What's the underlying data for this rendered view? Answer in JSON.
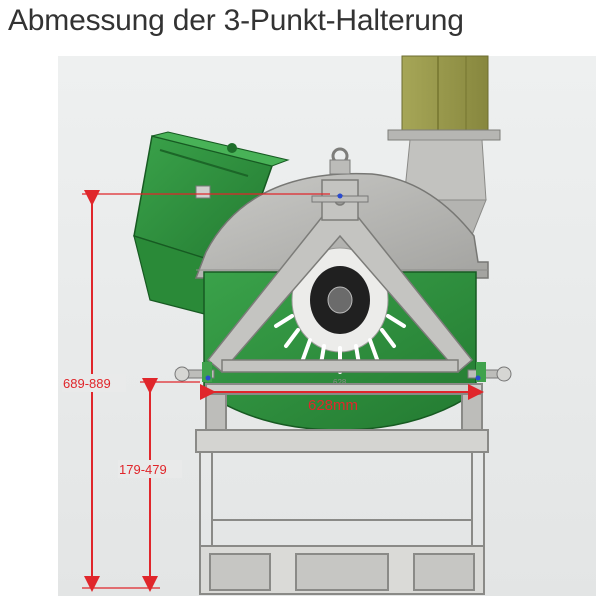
{
  "title": "Abmessung der 3-Punkt-Halterung",
  "dimensions": {
    "total_height": "689-889",
    "lower_height": "179-479",
    "width": "628mm",
    "width_small": "628"
  },
  "colors": {
    "housing": "#b9b9b6",
    "housing_dark": "#8f8f8c",
    "green": "#2e8b3c",
    "green_dark": "#1f6a2c",
    "chute": "#9a9a4a",
    "frame": "#a8a8a6",
    "dimension": "#e0262b",
    "background_panel": "#e9eaea"
  }
}
